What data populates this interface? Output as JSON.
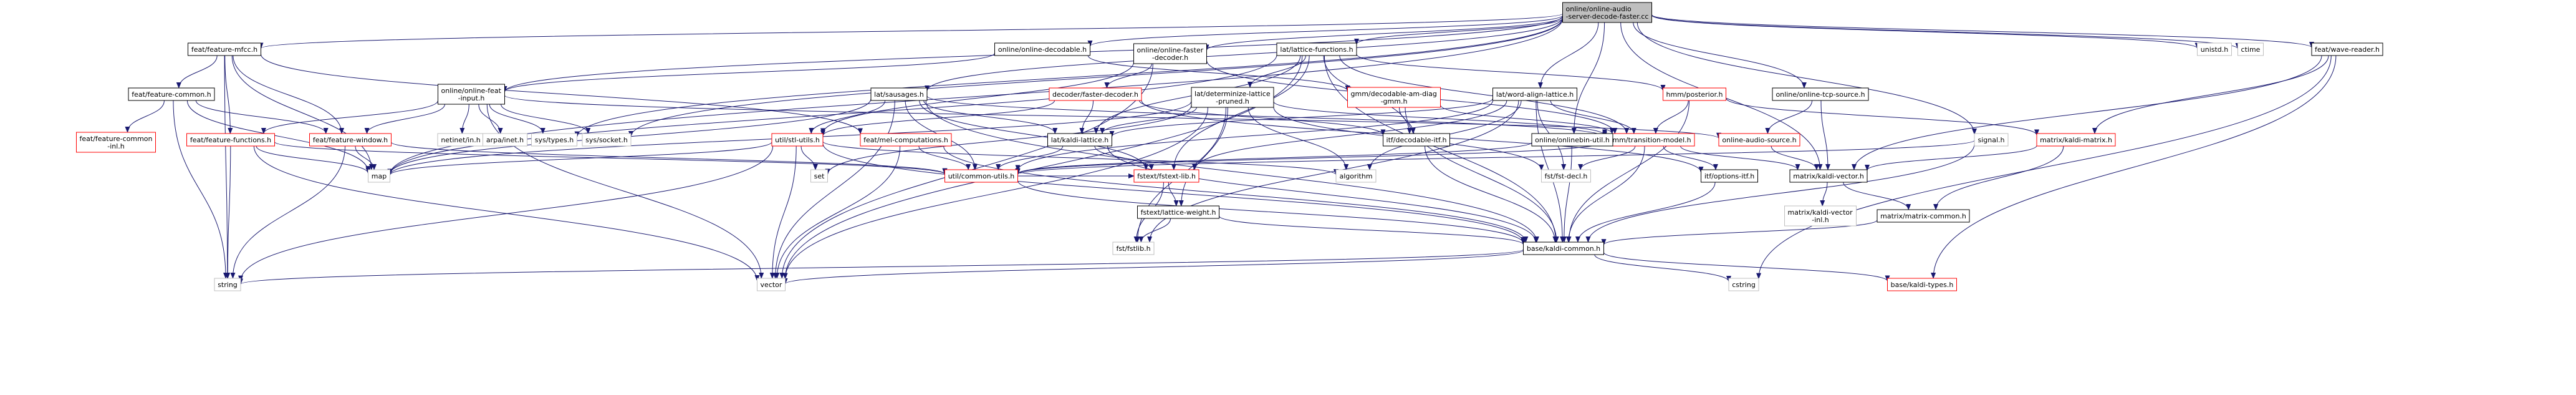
{
  "colors": {
    "edge": "#191970",
    "node_border_normal": "#000000",
    "node_border_truncated": "#ff0000",
    "node_border_leaf": "#bfbfbf",
    "root_fill": "#bfbfbf",
    "node_fill": "#ffffff"
  },
  "nodes": [
    {
      "id": "root",
      "kind": "root",
      "lines": [
        "online/online-audio",
        "-server-decode-faster.cc"
      ]
    },
    {
      "id": "feat-feature-mfcc",
      "kind": "normal",
      "lines": [
        "feat/feature-mfcc.h"
      ]
    },
    {
      "id": "online-online-decodable",
      "kind": "normal",
      "lines": [
        "online/online-decodable.h"
      ]
    },
    {
      "id": "online-online-faster-decoder",
      "kind": "normal",
      "lines": [
        "online/online-faster",
        "-decoder.h"
      ]
    },
    {
      "id": "lat-lattice-functions",
      "kind": "normal",
      "lines": [
        "lat/lattice-functions.h"
      ]
    },
    {
      "id": "online-online-tcp-source",
      "kind": "normal",
      "lines": [
        "online/online-tcp-source.h"
      ]
    },
    {
      "id": "unistd",
      "kind": "leaf",
      "lines": [
        "unistd.h"
      ]
    },
    {
      "id": "ctime",
      "kind": "leaf",
      "lines": [
        "ctime"
      ]
    },
    {
      "id": "feat-wave-reader",
      "kind": "normal",
      "lines": [
        "feat/wave-reader.h"
      ]
    },
    {
      "id": "feat-feature-common",
      "kind": "normal",
      "lines": [
        "feat/feature-common.h"
      ]
    },
    {
      "id": "online-online-feat-input",
      "kind": "normal",
      "lines": [
        "online/online-feat",
        "-input.h"
      ]
    },
    {
      "id": "lat-sausages",
      "kind": "normal",
      "lines": [
        "lat/sausages.h"
      ]
    },
    {
      "id": "decoder-faster-decoder",
      "kind": "truncated",
      "lines": [
        "decoder/faster-decoder.h"
      ]
    },
    {
      "id": "lat-determinize-lattice-pruned",
      "kind": "normal",
      "lines": [
        "lat/determinize-lattice",
        "-pruned.h"
      ]
    },
    {
      "id": "gmm-decodable-am-diag-gmm",
      "kind": "truncated",
      "lines": [
        "gmm/decodable-am-diag",
        "-gmm.h"
      ]
    },
    {
      "id": "lat-word-align-lattice",
      "kind": "normal",
      "lines": [
        "lat/word-align-lattice.h"
      ]
    },
    {
      "id": "hmm-posterior",
      "kind": "truncated",
      "lines": [
        "hmm/posterior.h"
      ]
    },
    {
      "id": "feat-feature-common-inl",
      "kind": "truncated",
      "lines": [
        "feat/feature-common",
        "-inl.h"
      ]
    },
    {
      "id": "feat-feature-functions",
      "kind": "truncated",
      "lines": [
        "feat/feature-functions.h"
      ]
    },
    {
      "id": "feat-feature-window",
      "kind": "truncated",
      "lines": [
        "feat/feature-window.h"
      ]
    },
    {
      "id": "netinet-in",
      "kind": "leaf",
      "lines": [
        "netinet/in.h"
      ]
    },
    {
      "id": "arpa-inet",
      "kind": "leaf",
      "lines": [
        "arpa/inet.h"
      ]
    },
    {
      "id": "sys-types",
      "kind": "leaf",
      "lines": [
        "sys/types.h"
      ]
    },
    {
      "id": "sys-socket",
      "kind": "leaf",
      "lines": [
        "sys/socket.h"
      ]
    },
    {
      "id": "util-stl-utils",
      "kind": "truncated",
      "lines": [
        "util/stl-utils.h"
      ]
    },
    {
      "id": "feat-mel-computations",
      "kind": "truncated",
      "lines": [
        "feat/mel-computations.h"
      ]
    },
    {
      "id": "lat-kaldi-lattice",
      "kind": "normal",
      "lines": [
        "lat/kaldi-lattice.h"
      ]
    },
    {
      "id": "itf-decodable-itf",
      "kind": "normal",
      "lines": [
        "itf/decodable-itf.h"
      ]
    },
    {
      "id": "hmm-transition-model",
      "kind": "truncated",
      "lines": [
        "hmm/transition-model.h"
      ]
    },
    {
      "id": "online-audio-source",
      "kind": "truncated",
      "lines": [
        "online-audio-source.h"
      ]
    },
    {
      "id": "online-onlinebin-util",
      "kind": "normal",
      "lines": [
        "online/onlinebin-util.h"
      ]
    },
    {
      "id": "signal",
      "kind": "leaf",
      "lines": [
        "signal.h"
      ]
    },
    {
      "id": "matrix-kaldi-matrix",
      "kind": "truncated",
      "lines": [
        "matrix/kaldi-matrix.h"
      ]
    },
    {
      "id": "map",
      "kind": "leaf",
      "lines": [
        "map"
      ]
    },
    {
      "id": "util-common-utils",
      "kind": "truncated",
      "lines": [
        "util/common-utils.h"
      ]
    },
    {
      "id": "set",
      "kind": "leaf",
      "lines": [
        "set"
      ]
    },
    {
      "id": "fstext-fstext-lib",
      "kind": "truncated",
      "lines": [
        "fstext/fstext-lib.h"
      ]
    },
    {
      "id": "algorithm",
      "kind": "leaf",
      "lines": [
        "algorithm"
      ]
    },
    {
      "id": "fst-fst-decl",
      "kind": "leaf",
      "lines": [
        "fst/fst-decl.h"
      ]
    },
    {
      "id": "itf-options-itf",
      "kind": "normal",
      "lines": [
        "itf/options-itf.h"
      ]
    },
    {
      "id": "matrix-kaldi-vector",
      "kind": "normal",
      "lines": [
        "matrix/kaldi-vector.h"
      ]
    },
    {
      "id": "fstext-lattice-weight",
      "kind": "normal",
      "lines": [
        "fstext/lattice-weight.h"
      ]
    },
    {
      "id": "matrix-kaldi-vector-inl",
      "kind": "leaf",
      "lines": [
        "matrix/kaldi-vector",
        "-inl.h"
      ]
    },
    {
      "id": "matrix-matrix-common",
      "kind": "normal",
      "lines": [
        "matrix/matrix-common.h"
      ]
    },
    {
      "id": "fst-fstlib",
      "kind": "leaf",
      "lines": [
        "fst/fstlib.h"
      ]
    },
    {
      "id": "base-kaldi-common",
      "kind": "normal",
      "lines": [
        "base/kaldi-common.h"
      ]
    },
    {
      "id": "string",
      "kind": "leaf",
      "lines": [
        "string"
      ]
    },
    {
      "id": "vector",
      "kind": "leaf",
      "lines": [
        "vector"
      ]
    },
    {
      "id": "cstring",
      "kind": "leaf",
      "lines": [
        "cstring"
      ]
    },
    {
      "id": "base-kaldi-types",
      "kind": "truncated",
      "lines": [
        "base/kaldi-types.h"
      ]
    }
  ],
  "edges": [
    [
      "root",
      "feat-feature-mfcc"
    ],
    [
      "root",
      "online-online-decodable"
    ],
    [
      "root",
      "online-online-faster-decoder"
    ],
    [
      "root",
      "lat-lattice-functions"
    ],
    [
      "root",
      "online-online-tcp-source"
    ],
    [
      "root",
      "unistd"
    ],
    [
      "root",
      "ctime"
    ],
    [
      "root",
      "feat-wave-reader"
    ],
    [
      "root",
      "online-online-feat-input"
    ],
    [
      "root",
      "lat-sausages"
    ],
    [
      "root",
      "lat-word-align-lattice"
    ],
    [
      "root",
      "online-onlinebin-util"
    ],
    [
      "root",
      "signal"
    ],
    [
      "root",
      "sys-types"
    ],
    [
      "root",
      "sys-socket"
    ],
    [
      "root",
      "matrix-kaldi-vector"
    ],
    [
      "root",
      "map"
    ],
    [
      "feat-feature-mfcc",
      "feat-feature-common"
    ],
    [
      "feat-feature-mfcc",
      "feat-feature-functions"
    ],
    [
      "feat-feature-mfcc",
      "feat-feature-window"
    ],
    [
      "feat-feature-mfcc",
      "feat-mel-computations"
    ],
    [
      "feat-feature-mfcc",
      "map"
    ],
    [
      "feat-feature-mfcc",
      "string"
    ],
    [
      "online-online-decodable",
      "online-online-feat-input"
    ],
    [
      "online-online-decodable",
      "gmm-decodable-am-diag-gmm"
    ],
    [
      "online-online-faster-decoder",
      "decoder-faster-decoder"
    ],
    [
      "online-online-faster-decoder",
      "hmm-transition-model"
    ],
    [
      "online-online-faster-decoder",
      "util-stl-utils"
    ],
    [
      "online-online-faster-decoder",
      "vector"
    ],
    [
      "lat-lattice-functions",
      "lat-determinize-lattice-pruned"
    ],
    [
      "lat-lattice-functions",
      "hmm-posterior"
    ],
    [
      "lat-lattice-functions",
      "lat-kaldi-lattice"
    ],
    [
      "lat-lattice-functions",
      "itf-decodable-itf"
    ],
    [
      "lat-lattice-functions",
      "hmm-transition-model"
    ],
    [
      "lat-lattice-functions",
      "fstext-fstext-lib"
    ],
    [
      "lat-lattice-functions",
      "base-kaldi-common"
    ],
    [
      "lat-lattice-functions",
      "map"
    ],
    [
      "lat-lattice-functions",
      "vector"
    ],
    [
      "online-online-tcp-source",
      "online-audio-source"
    ],
    [
      "online-online-tcp-source",
      "matrix-kaldi-vector"
    ],
    [
      "feat-wave-reader",
      "matrix-kaldi-matrix"
    ],
    [
      "feat-wave-reader",
      "matrix-kaldi-vector"
    ],
    [
      "feat-wave-reader",
      "base-kaldi-types"
    ],
    [
      "feat-wave-reader",
      "cstring"
    ],
    [
      "feat-feature-common",
      "feat-feature-common-inl"
    ],
    [
      "feat-feature-common",
      "feat-feature-window"
    ],
    [
      "feat-feature-common",
      "map"
    ],
    [
      "feat-feature-common",
      "string"
    ],
    [
      "online-online-feat-input",
      "feat-feature-functions"
    ],
    [
      "online-online-feat-input",
      "feat-feature-window"
    ],
    [
      "online-online-feat-input",
      "netinet-in"
    ],
    [
      "online-online-feat-input",
      "arpa-inet"
    ],
    [
      "online-online-feat-input",
      "sys-types"
    ],
    [
      "online-online-feat-input",
      "sys-socket"
    ],
    [
      "online-online-feat-input",
      "online-audio-source"
    ],
    [
      "online-online-feat-input",
      "vector"
    ],
    [
      "lat-sausages",
      "lat-kaldi-lattice"
    ],
    [
      "lat-sausages",
      "fstext-fstext-lib"
    ],
    [
      "lat-sausages",
      "util-common-utils"
    ],
    [
      "lat-sausages",
      "util-stl-utils"
    ],
    [
      "lat-sausages",
      "base-kaldi-common"
    ],
    [
      "lat-sausages",
      "map"
    ],
    [
      "lat-sausages",
      "vector"
    ],
    [
      "lat-sausages",
      "hmm-transition-model"
    ],
    [
      "decoder-faster-decoder",
      "lat-kaldi-lattice"
    ],
    [
      "decoder-faster-decoder",
      "itf-decodable-itf"
    ],
    [
      "decoder-faster-decoder",
      "util-stl-utils"
    ],
    [
      "decoder-faster-decoder",
      "itf-options-itf"
    ],
    [
      "lat-determinize-lattice-pruned",
      "lat-kaldi-lattice"
    ],
    [
      "lat-determinize-lattice-pruned",
      "fstext-lattice-weight"
    ],
    [
      "lat-determinize-lattice-pruned",
      "hmm-transition-model"
    ],
    [
      "lat-determinize-lattice-pruned",
      "fst-fst-decl"
    ],
    [
      "lat-determinize-lattice-pruned",
      "algorithm"
    ],
    [
      "lat-determinize-lattice-pruned",
      "map"
    ],
    [
      "lat-determinize-lattice-pruned",
      "set"
    ],
    [
      "lat-determinize-lattice-pruned",
      "vector"
    ],
    [
      "lat-determinize-lattice-pruned",
      "fst-fstlib"
    ],
    [
      "gmm-decodable-am-diag-gmm",
      "itf-decodable-itf"
    ],
    [
      "gmm-decodable-am-diag-gmm",
      "hmm-transition-model"
    ],
    [
      "gmm-decodable-am-diag-gmm",
      "base-kaldi-common"
    ],
    [
      "lat-word-align-lattice",
      "lat-kaldi-lattice"
    ],
    [
      "lat-word-align-lattice",
      "hmm-transition-model"
    ],
    [
      "lat-word-align-lattice",
      "util-common-utils"
    ],
    [
      "lat-word-align-lattice",
      "fstext-fstext-lib"
    ],
    [
      "lat-word-align-lattice",
      "fst-fst-decl"
    ],
    [
      "lat-word-align-lattice",
      "fst-fstlib"
    ],
    [
      "lat-word-align-lattice",
      "base-kaldi-common"
    ],
    [
      "lat-word-align-lattice",
      "algorithm"
    ],
    [
      "hmm-posterior",
      "hmm-transition-model"
    ],
    [
      "hmm-posterior",
      "matrix-kaldi-matrix"
    ],
    [
      "hmm-posterior",
      "base-kaldi-common"
    ],
    [
      "feat-feature-functions",
      "string"
    ],
    [
      "feat-feature-functions",
      "vector"
    ],
    [
      "feat-feature-functions",
      "map"
    ],
    [
      "feat-feature-functions",
      "util-common-utils"
    ],
    [
      "feat-feature-window",
      "map"
    ],
    [
      "feat-feature-window",
      "string"
    ],
    [
      "feat-feature-window",
      "util-common-utils"
    ],
    [
      "util-stl-utils",
      "algorithm"
    ],
    [
      "util-stl-utils",
      "map"
    ],
    [
      "util-stl-utils",
      "set"
    ],
    [
      "util-stl-utils",
      "string"
    ],
    [
      "util-stl-utils",
      "vector"
    ],
    [
      "util-stl-utils",
      "base-kaldi-common"
    ],
    [
      "feat-mel-computations",
      "util-common-utils"
    ],
    [
      "feat-mel-computations",
      "base-kaldi-common"
    ],
    [
      "feat-mel-computations",
      "vector"
    ],
    [
      "lat-kaldi-lattice",
      "fstext-fstext-lib"
    ],
    [
      "lat-kaldi-lattice",
      "util-common-utils"
    ],
    [
      "lat-kaldi-lattice",
      "base-kaldi-common"
    ],
    [
      "itf-decodable-itf",
      "base-kaldi-common"
    ],
    [
      "hmm-transition-model",
      "base-kaldi-common"
    ],
    [
      "hmm-transition-model",
      "util-common-utils"
    ],
    [
      "hmm-transition-model",
      "itf-options-itf"
    ],
    [
      "hmm-transition-model",
      "matrix-kaldi-vector"
    ],
    [
      "hmm-transition-model",
      "fst-fst-decl"
    ],
    [
      "online-audio-source",
      "matrix-kaldi-vector"
    ],
    [
      "online-onlinebin-util",
      "base-kaldi-common"
    ],
    [
      "online-onlinebin-util",
      "util-common-utils"
    ],
    [
      "signal",
      "base-kaldi-common"
    ],
    [
      "signal",
      "util-common-utils"
    ],
    [
      "matrix-kaldi-matrix",
      "matrix-kaldi-vector"
    ],
    [
      "matrix-kaldi-matrix",
      "matrix-matrix-common"
    ],
    [
      "util-common-utils",
      "base-kaldi-common"
    ],
    [
      "util-common-utils",
      "fstext-fstext-lib"
    ],
    [
      "fstext-fstext-lib",
      "fst-fstlib"
    ],
    [
      "fstext-fstext-lib",
      "fstext-lattice-weight"
    ],
    [
      "itf-options-itf",
      "base-kaldi-common"
    ],
    [
      "matrix-kaldi-vector",
      "matrix-kaldi-vector-inl"
    ],
    [
      "matrix-kaldi-vector",
      "matrix-matrix-common"
    ],
    [
      "fstext-lattice-weight",
      "fst-fstlib"
    ],
    [
      "fstext-lattice-weight",
      "base-kaldi-common"
    ],
    [
      "matrix-matrix-common",
      "base-kaldi-common"
    ],
    [
      "base-kaldi-common",
      "string"
    ],
    [
      "base-kaldi-common",
      "vector"
    ],
    [
      "base-kaldi-common",
      "cstring"
    ],
    [
      "base-kaldi-common",
      "base-kaldi-types"
    ]
  ]
}
